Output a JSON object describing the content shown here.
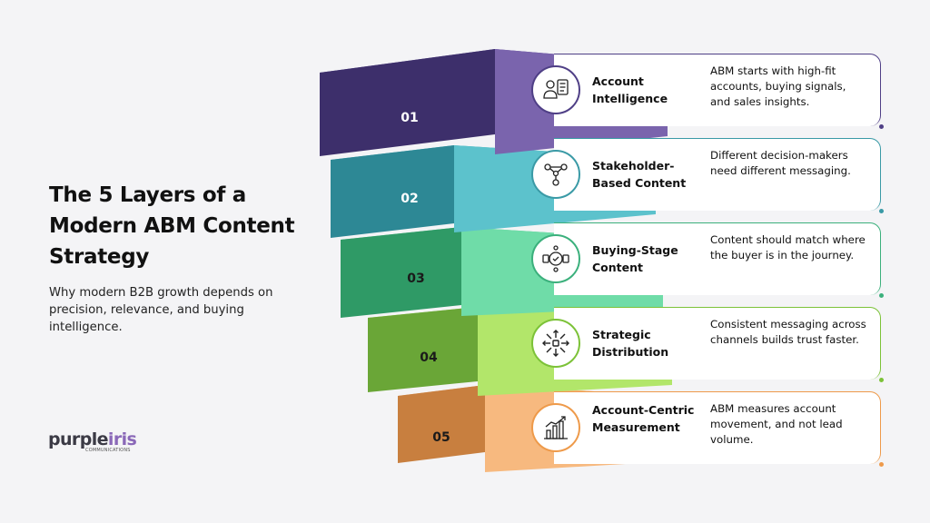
{
  "title": "The 5 Layers of a Modern ABM Content Strategy",
  "subtitle": "Why modern B2B growth depends on precision, relevance, and buying intelligence.",
  "logo": {
    "word_purple": "purple",
    "word_iris": "iris",
    "tagline": "COMMUNICATIONS"
  },
  "layers": [
    {
      "number": "01",
      "title": "Account Intelligence",
      "description": "ABM starts with high-fit accounts, buying signals, and sales insights.",
      "icon": "account-profile-icon",
      "color": "#4f3f86"
    },
    {
      "number": "02",
      "title": "Stakeholder-Based Content",
      "description": "Different decision-makers need different messaging.",
      "icon": "stakeholder-network-icon",
      "color": "#3a9aa6"
    },
    {
      "number": "03",
      "title": "Buying-Stage Content",
      "description": "Content should match where the buyer is in the journey.",
      "icon": "buying-journey-icon",
      "color": "#3bb07c"
    },
    {
      "number": "04",
      "title": "Strategic Distribution",
      "description": "Consistent messaging across channels builds trust faster.",
      "icon": "distribution-arrows-icon",
      "color": "#7cc238"
    },
    {
      "number": "05",
      "title": "Account-Centric Measurement",
      "description": "ABM measures account movement, and not lead volume.",
      "icon": "growth-chart-icon",
      "color": "#ee9a4a"
    }
  ]
}
